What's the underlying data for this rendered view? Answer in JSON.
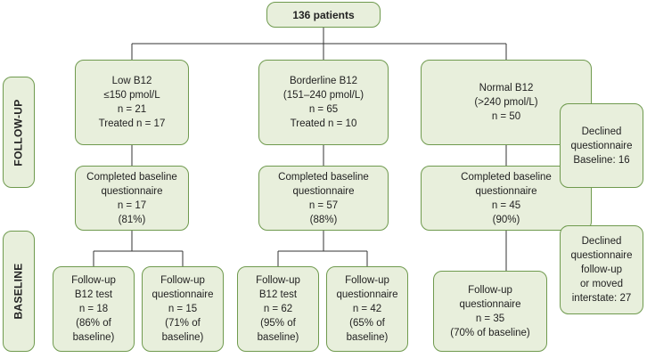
{
  "root": {
    "label": "136 patients"
  },
  "side_labels": {
    "followup": "FOLLOW-UP",
    "baseline": "BASELINE"
  },
  "groups": [
    {
      "group": [
        "Low B12",
        "≤150 pmol/L",
        "n = 21",
        "Treated n = 17"
      ],
      "baseline": [
        "Completed baseline",
        "questionnaire",
        "n = 17",
        "(81%)"
      ],
      "followups": [
        [
          "Follow-up",
          "B12 test",
          "n = 18",
          "(86% of",
          "baseline)"
        ],
        [
          "Follow-up",
          "questionnaire",
          "n = 15",
          "(71% of",
          "baseline)"
        ]
      ]
    },
    {
      "group": [
        "Borderline B12",
        "(151–240 pmol/L)",
        "n = 65",
        "Treated n = 10"
      ],
      "baseline": [
        "Completed baseline",
        "questionnaire",
        "n = 57",
        "(88%)"
      ],
      "followups": [
        [
          "Follow-up",
          "B12 test",
          "n = 62",
          "(95% of",
          "baseline)"
        ],
        [
          "Follow-up",
          "questionnaire",
          "n = 42",
          "(65% of",
          "baseline)"
        ]
      ]
    },
    {
      "group": [
        "Normal B12",
        "(>240 pmol/L)",
        "n = 50"
      ],
      "baseline": [
        "Completed baseline",
        "questionnaire",
        "n = 45",
        "(90%)"
      ],
      "followups": [
        [
          "Follow-up",
          "questionnaire",
          "n = 35",
          "(70% of baseline)"
        ]
      ]
    }
  ],
  "declined": {
    "baseline": [
      "Declined",
      "questionnaire",
      "Baseline: 16"
    ],
    "followup": [
      "Declined",
      "questionnaire",
      "follow-up",
      "or moved",
      "interstate: 27"
    ]
  },
  "colors": {
    "box_fill": "#e8efdc",
    "box_border": "#6f9a4e",
    "connector": "#333333"
  }
}
